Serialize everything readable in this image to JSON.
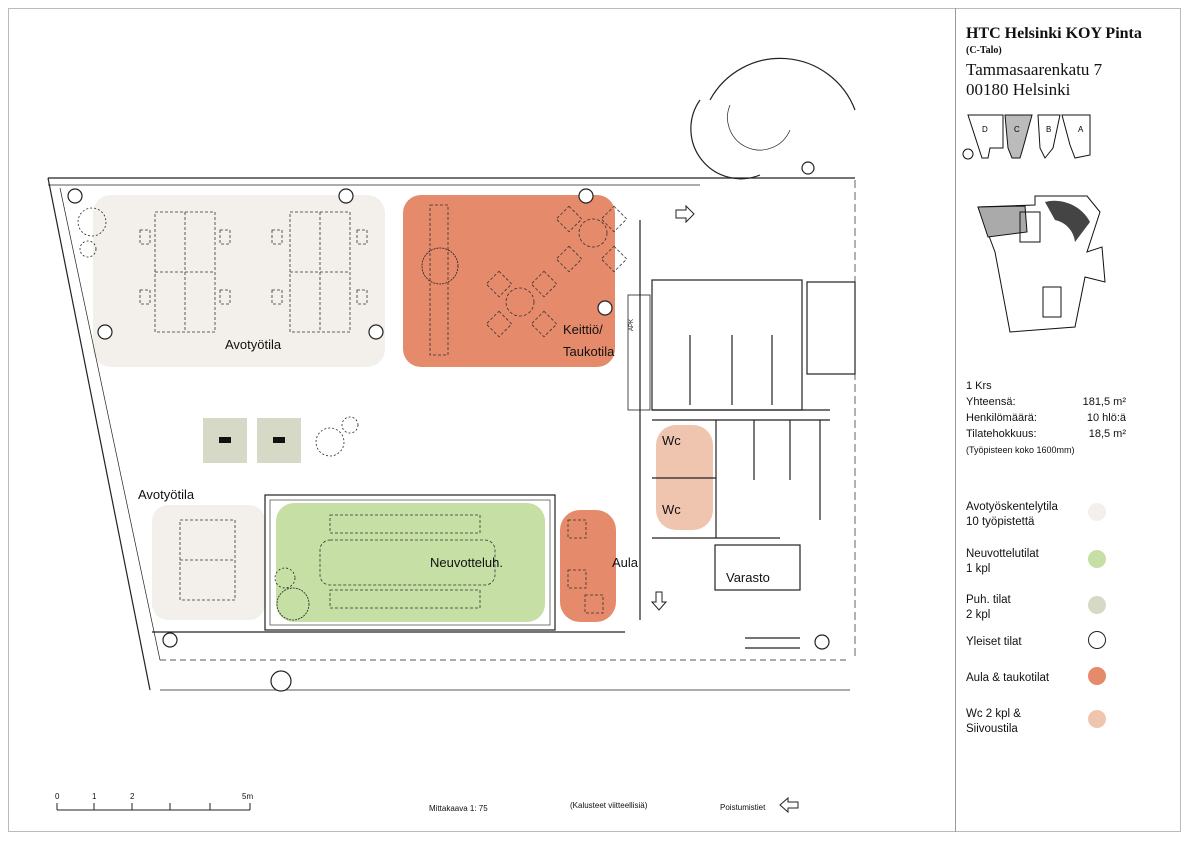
{
  "header": {
    "title": "HTC Helsinki KOY Pinta",
    "subtitle": "(C-Talo)",
    "street": "Tammasaarenkatu 7",
    "city": "00180 Helsinki"
  },
  "key_plan": {
    "blocks": [
      "D",
      "C",
      "B",
      "A"
    ],
    "highlighted": "C"
  },
  "stats": {
    "floor": "1 Krs",
    "total_label": "Yhteensä:",
    "total_value": "181,5 m²",
    "persons_label": "Henkilömäärä:",
    "persons_value": "10 hlö:ä",
    "efficiency_label": "Tilatehokkuus:",
    "efficiency_value": "18,5 m²",
    "note": "(Työpisteen koko 1600mm)"
  },
  "legend": [
    {
      "line1": "Avotyöskentelytila",
      "line2": "10 työpistettä",
      "color": "#f3f0eb"
    },
    {
      "line1": "Neuvottelutilat",
      "line2": "1 kpl",
      "color": "#c6dfa5"
    },
    {
      "line1": "Puh. tilat",
      "line2": "2 kpl",
      "color": "#d5d9c6"
    },
    {
      "line1": "Yleiset tilat",
      "line2": "",
      "color": "#ffffff"
    },
    {
      "line1": "Aula & taukotilat",
      "line2": "",
      "color": "#e58a6b"
    },
    {
      "line1": "Wc 2 kpl &",
      "line2": "Siivoustila",
      "color": "#f0c5b0"
    }
  ],
  "rooms": {
    "open_office_1": "Avotyötila",
    "kitchen_1": "Keittiö/",
    "kitchen_2": "Taukotila",
    "open_office_2": "Avotyötila",
    "meeting": "Neuvotteluh.",
    "lobby": "Aula",
    "wc1": "Wc",
    "wc2": "Wc",
    "storage": "Varasto",
    "apk": "APK"
  },
  "footer": {
    "scale_ticks": [
      "0",
      "1",
      "2",
      "5m"
    ],
    "scale": "Mittakaava 1: 75",
    "furniture_note": "(Kalusteet viitteellisiä)",
    "exits": "Poistumistiet"
  }
}
